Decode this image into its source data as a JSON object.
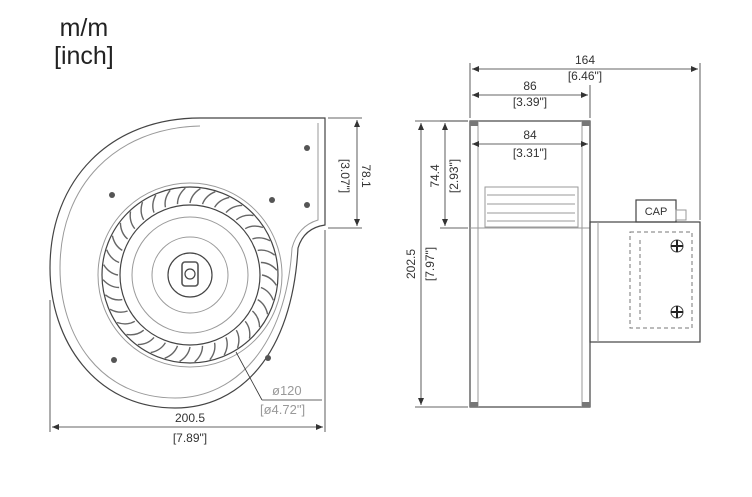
{
  "units": {
    "metric": "m/m",
    "imperial": "[inch]"
  },
  "front_view": {
    "width": {
      "mm": "200.5",
      "inch": "[7.89\"]"
    },
    "outlet_height": {
      "mm": "78.1",
      "inch": "[3.07\"]"
    },
    "impeller_diameter": {
      "mm": "ø120",
      "inch": "[ø4.72\"]"
    }
  },
  "side_view": {
    "total_width": {
      "mm": "164",
      "inch": "[6.46\"]"
    },
    "housing_width": {
      "mm": "86",
      "inch": "[3.39\"]"
    },
    "inlet_width": {
      "mm": "84",
      "inch": "[3.31\"]"
    },
    "outlet_depth": {
      "mm": "74.4",
      "inch": "[2.93\"]"
    },
    "height": {
      "mm": "202.5",
      "inch": "[7.97\"]"
    },
    "capacitor_label": "CAP"
  }
}
